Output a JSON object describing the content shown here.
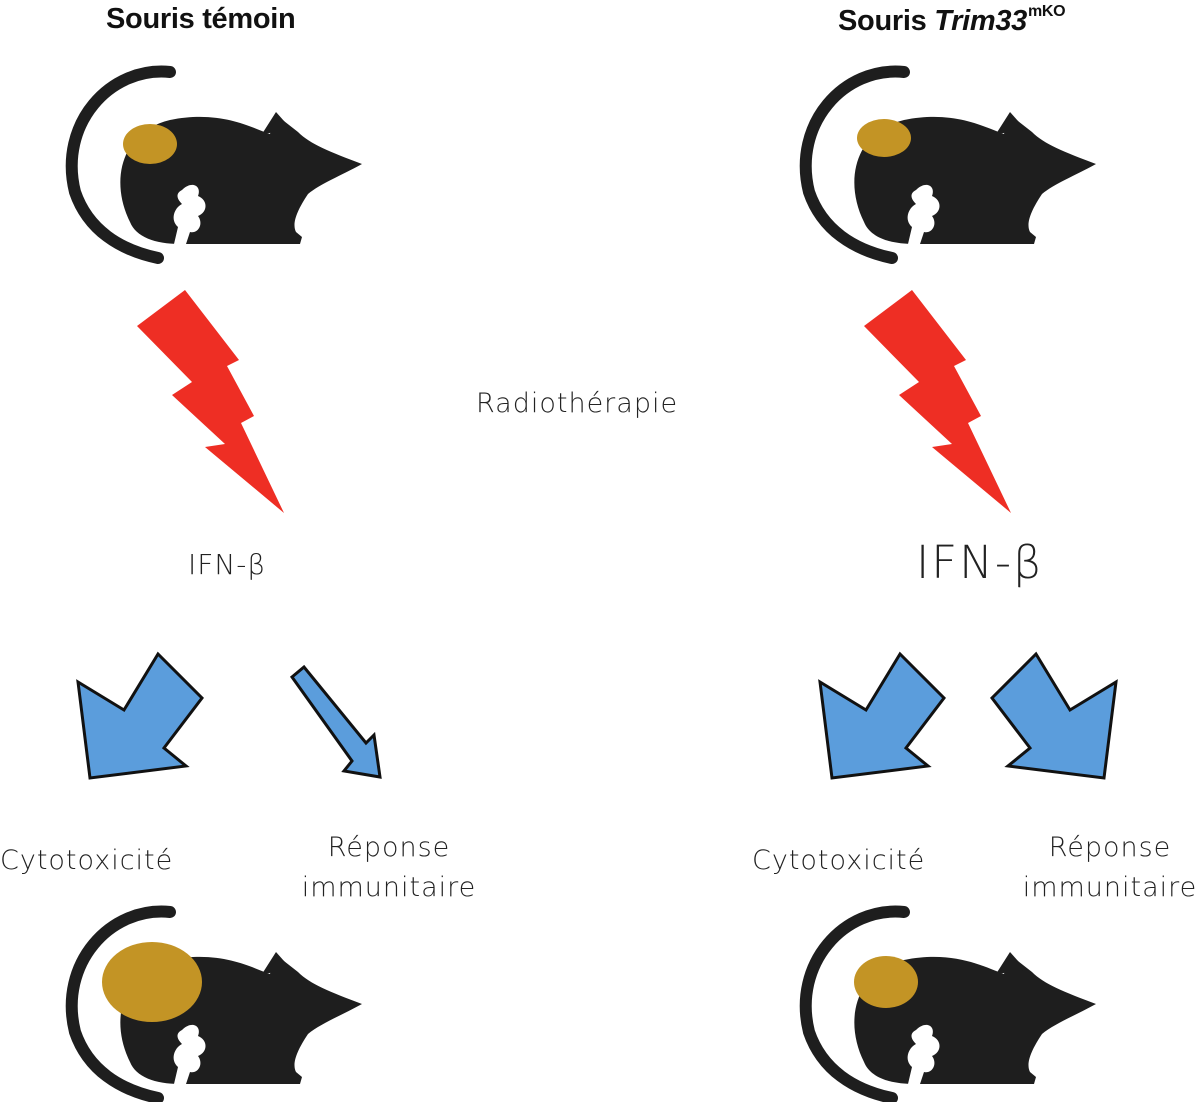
{
  "left": {
    "title": "Souris témoin",
    "signal": "IFN-β",
    "outcome_left": "Cytotoxicité",
    "outcome_right_line1": "Réponse",
    "outcome_right_line2": "immunitaire"
  },
  "right": {
    "title_prefix": "Souris ",
    "title_gene": "Trim33",
    "title_sup": "mKO",
    "signal": "IFN-β",
    "outcome_left": "Cytotoxicité",
    "outcome_right_line1": "Réponse",
    "outcome_right_line2": "immunitaire"
  },
  "center_label": "Radiothérapie",
  "colors": {
    "mouse": "#1e1e1e",
    "tumor": "#c39425",
    "lightning": "#ee2e24",
    "arrow_fill": "#5b9ddc",
    "arrow_stroke": "#111111"
  }
}
